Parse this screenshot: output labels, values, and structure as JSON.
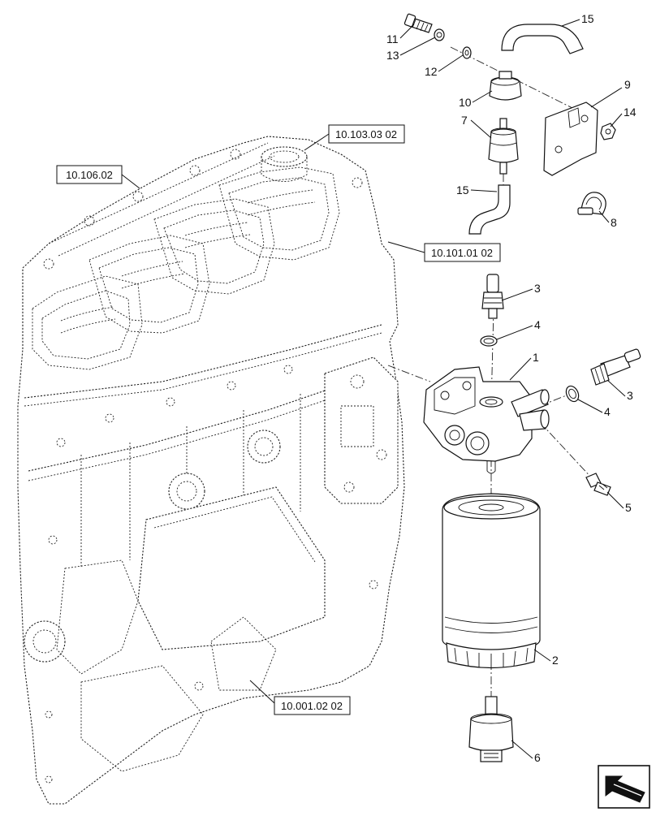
{
  "ref_labels": {
    "r1": "10.103.03 02",
    "r2": "10.106.02",
    "r3": "10.101.01 02",
    "r4": "10.001.02 02"
  },
  "callouts": {
    "c11": "11",
    "c13": "13",
    "c12": "12",
    "c15a": "15",
    "c9": "9",
    "c14": "14",
    "c10": "10",
    "c7": "7",
    "c15b": "15",
    "c8": "8",
    "c3a": "3",
    "c4a": "4",
    "c1": "1",
    "c3b": "3",
    "c4b": "4",
    "c5": "5",
    "c2": "2",
    "c6": "6"
  },
  "icons": {
    "navigation": "arrow-icon"
  }
}
